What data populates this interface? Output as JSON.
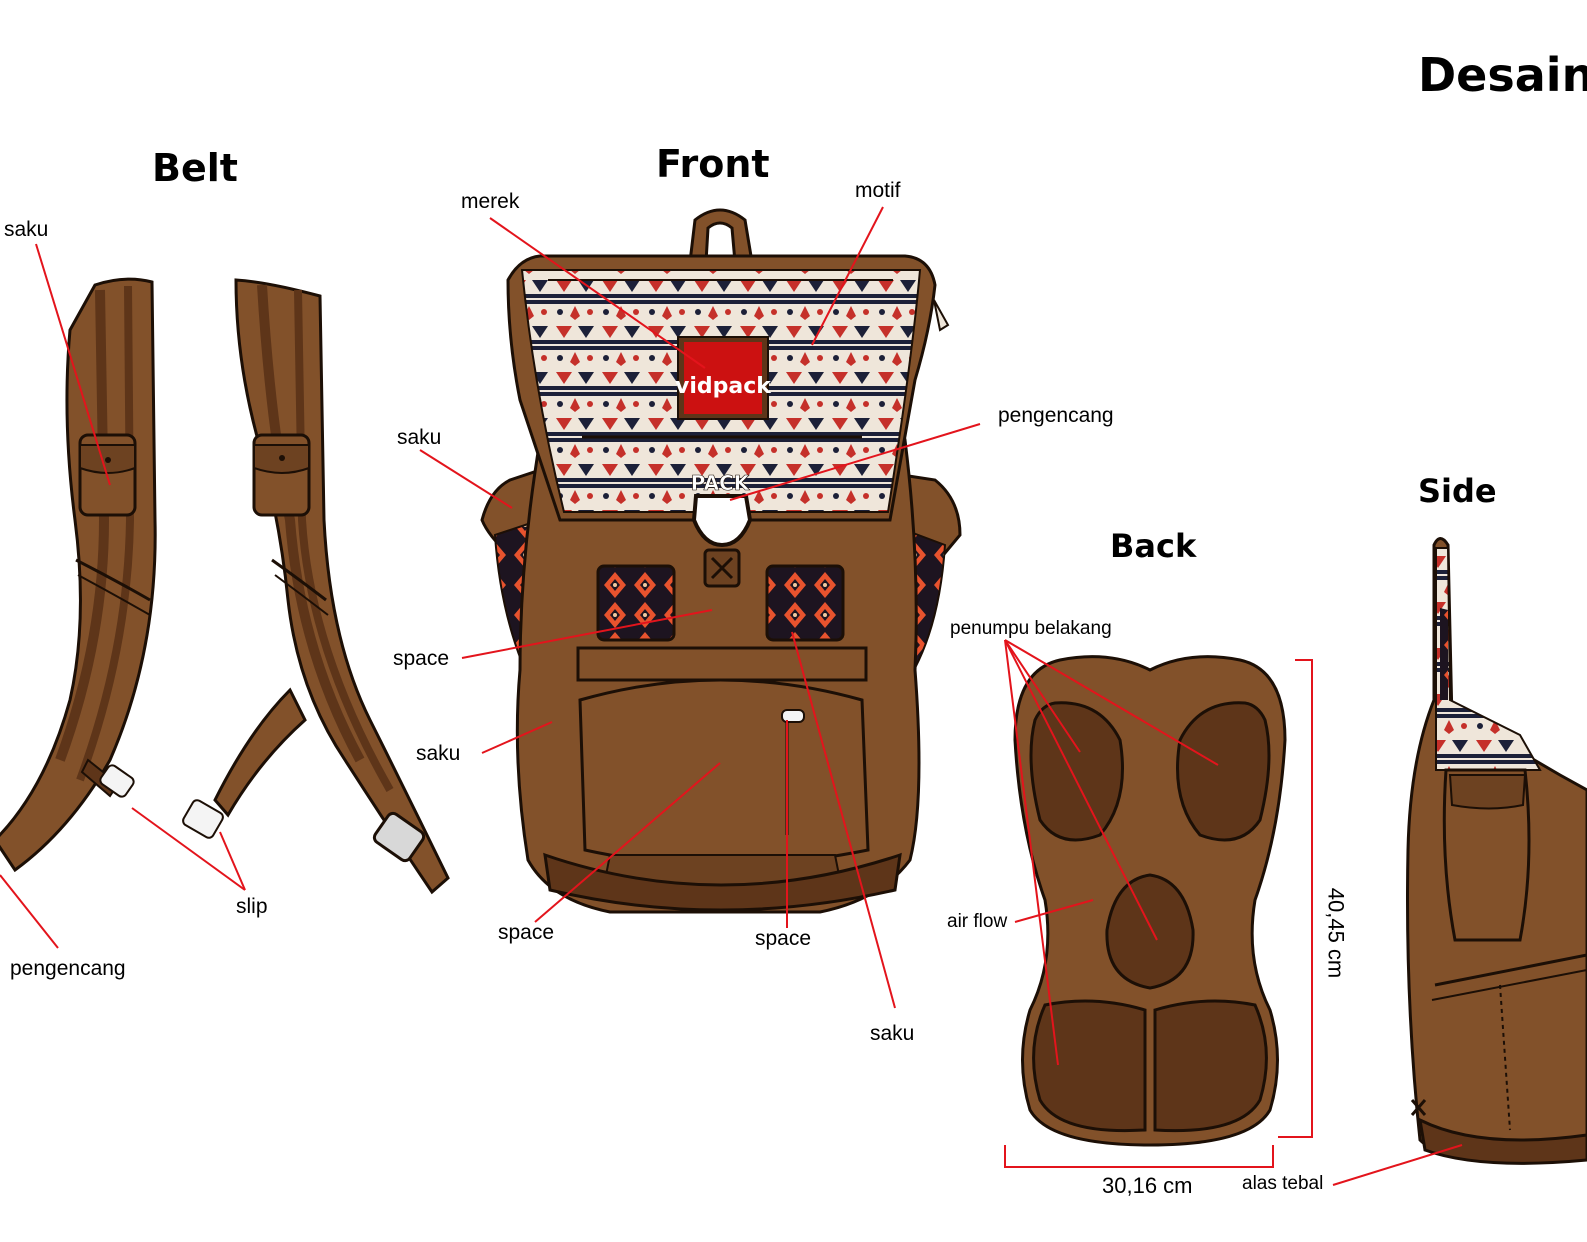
{
  "titles": {
    "design": "Desain",
    "belt": "Belt",
    "front": "Front",
    "back": "Back",
    "side": "Side"
  },
  "brand": {
    "logo_text": "vidpack",
    "patch_text": "PACK"
  },
  "labels": {
    "belt_saku": "saku",
    "belt_slip": "slip",
    "belt_pengencang": "pengencang",
    "front_merek": "merek",
    "front_motif": "motif",
    "front_pengencang": "pengencang",
    "front_saku_side": "saku",
    "front_space_mid": "space",
    "front_saku_low": "saku",
    "front_space_bottom_left": "space",
    "front_space_bottom_right": "space",
    "front_saku_pocket": "saku",
    "back_penumpu": "penumpu belakang",
    "back_airflow": "air flow",
    "side_alas": "alas tebal"
  },
  "dimensions": {
    "height": "40,45 cm",
    "width": "30,16 cm"
  },
  "colors": {
    "leather": "#82512a",
    "leather_dark": "#5e3519",
    "leather_darker": "#4a2810",
    "outline": "#1c0f06",
    "callout": "#e3141c",
    "logo_bg": "#cc1111",
    "ikat_navy": "#1c2038",
    "ikat_red": "#c5302a",
    "ikat_cream": "#efe6da"
  }
}
